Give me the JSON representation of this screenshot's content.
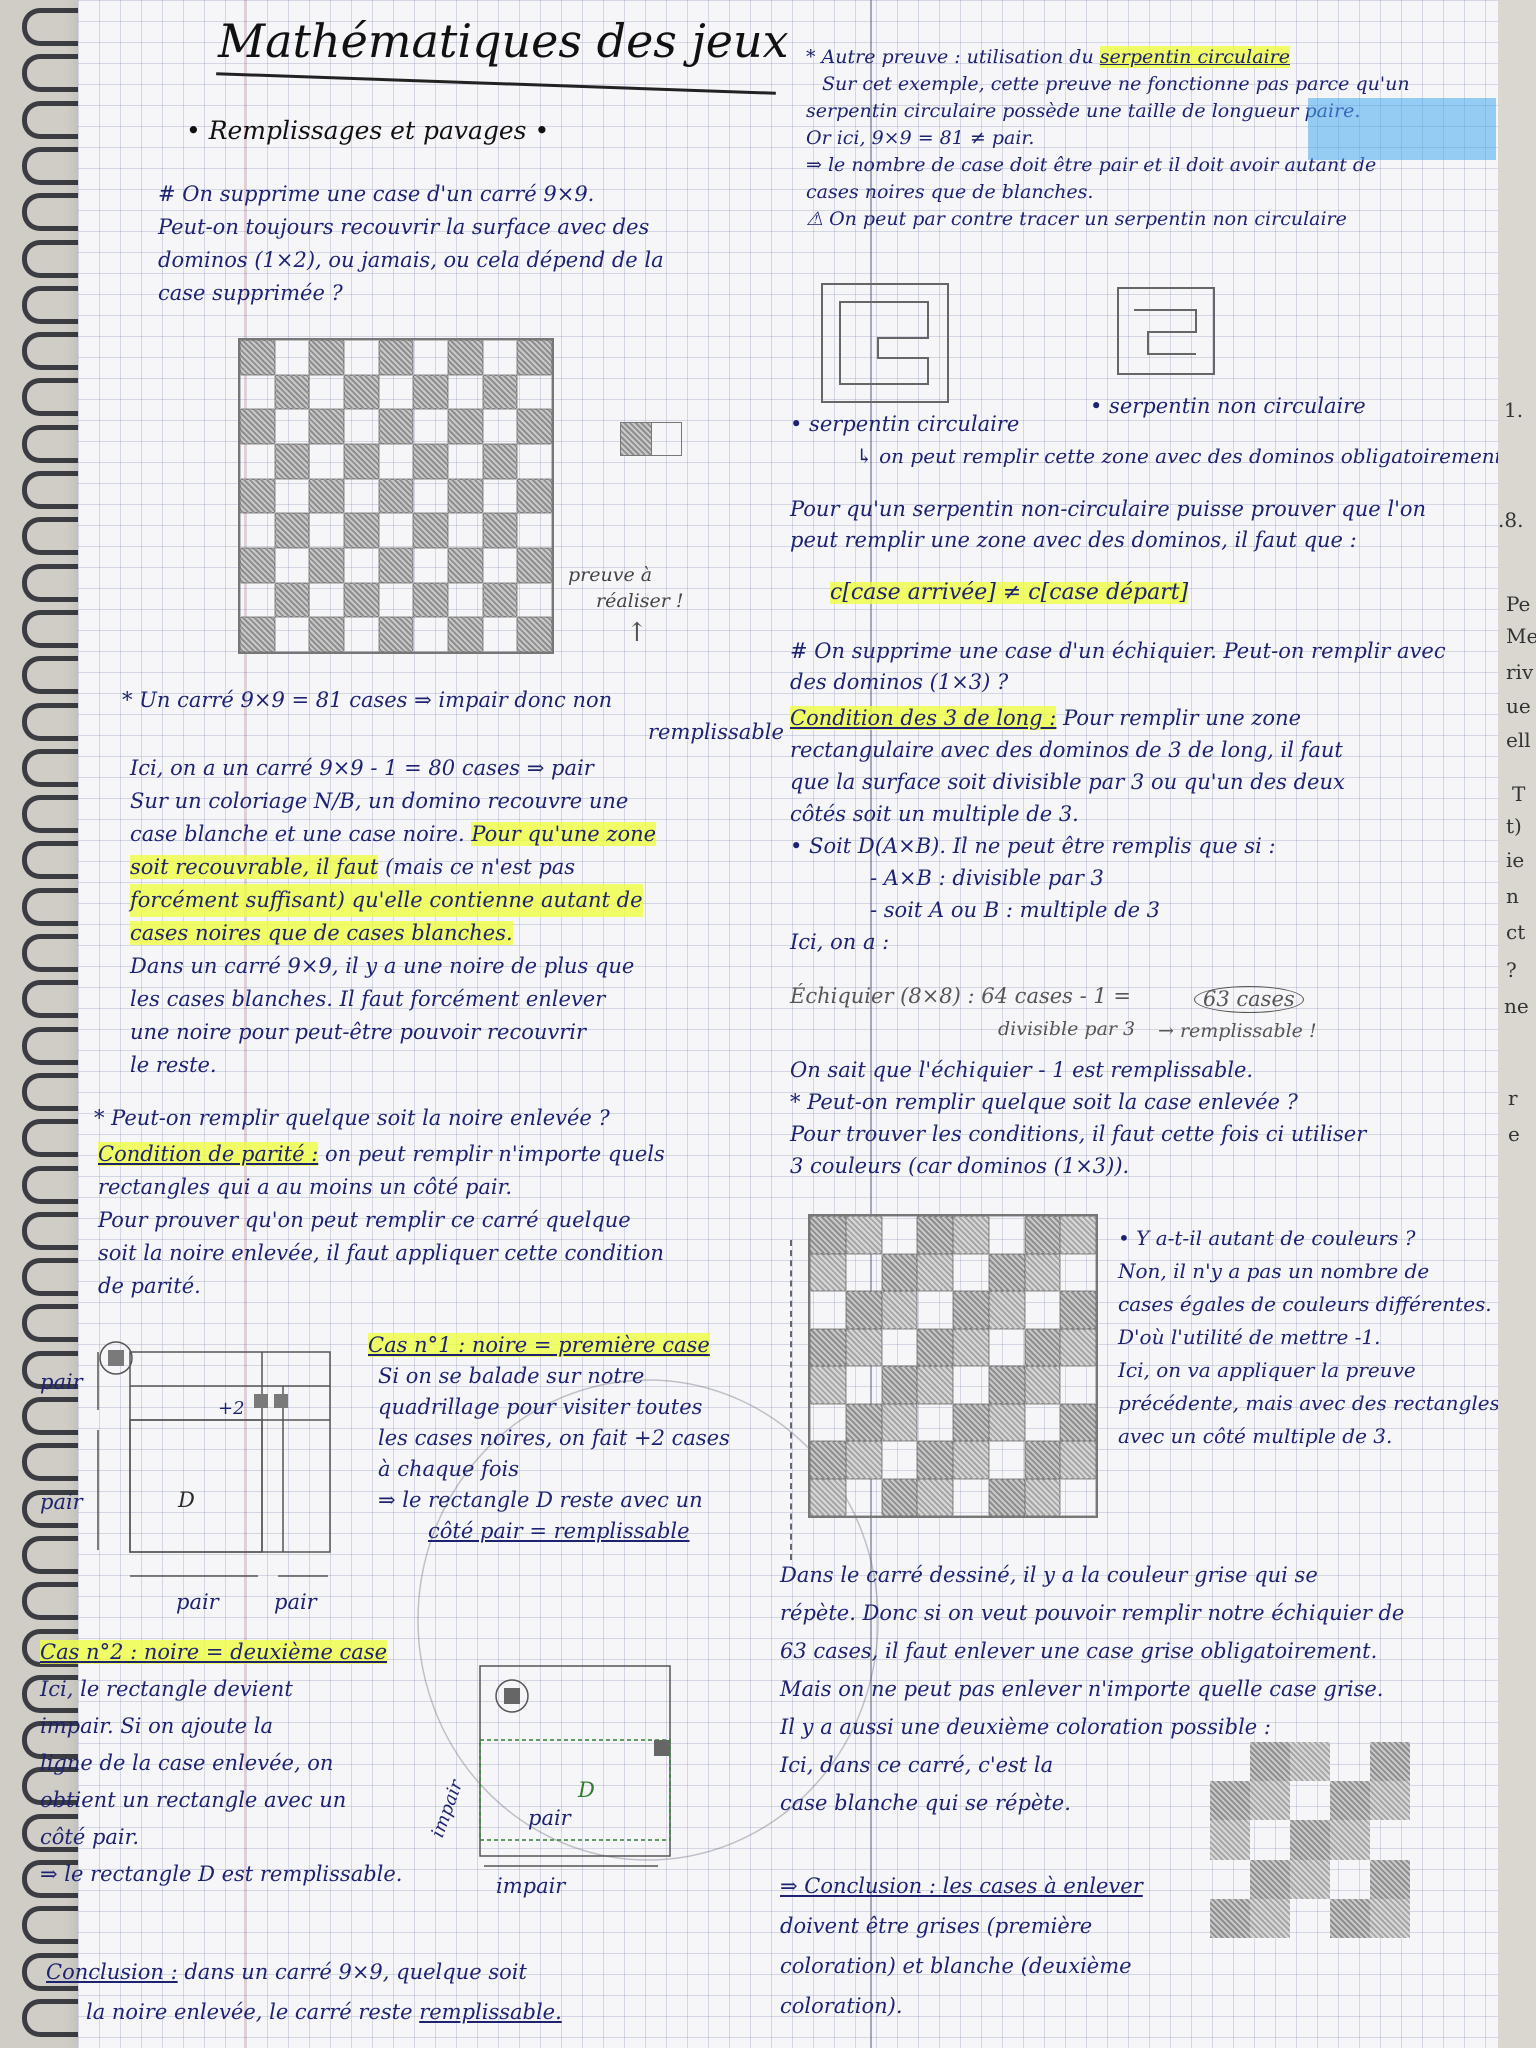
{
  "page": {
    "title": "Mathématiques des jeux",
    "section": "• Remplissages et pavages •",
    "colors": {
      "ink": "#1d2370",
      "highlight_yellow": "#eeff3c",
      "highlight_blue": "#46aaf0",
      "paper": "#f6f6f9"
    }
  },
  "left": {
    "q1_lines": [
      "# On supprime une case d'un carré 9×9.",
      "Peut-on toujours recouvrir la surface avec des",
      "dominos (1×2), ou jamais, ou cela dépend de la",
      "case supprimée ?"
    ],
    "annot_preuve": [
      "preuve à",
      "réaliser !"
    ],
    "fact_line1": "* Un carré 9×9 = 81 cases ⇒ impair donc non",
    "fact_line2": "remplissable",
    "p1": [
      "Ici, on a un carré 9×9 - 1 = 80 cases ⇒ pair",
      "Sur un coloriage N/B, un domino recouvre une",
      "case blanche et une case noire.",
      "Pour qu'une zone",
      "soit recouvrable, il faut",
      "(mais ce n'est pas",
      "forcément suffisant) qu'elle contienne autant de",
      "cases noires que de cases blanches.",
      "Dans un carré 9×9, il y a une noire de plus que",
      "les cases blanches. Il faut forcément enlever",
      "une noire pour peut-être pouvoir recouvrir",
      "le reste."
    ],
    "q2": "* Peut-on remplir quelque soit la noire enlevée ?",
    "parity_label": "Condition de parité :",
    "parity_lines": [
      "on peut remplir n'importe quels",
      "rectangles qui a au moins un côté pair.",
      "Pour prouver qu'on peut remplir ce carré quelque",
      "soit la noire enlevée, il faut appliquer cette condition",
      "de parité."
    ],
    "case1_title": "Cas n°1 : noire = première case",
    "case1_lines": [
      "Si on se balade sur notre",
      "quadrillage pour visiter toutes",
      "les cases noires, on fait +2 cases",
      "à chaque fois",
      "⇒ le rectangle D reste avec un",
      "côté pair = remplissable"
    ],
    "fig1": {
      "pair": "pair",
      "plus2": "+2",
      "D": "D"
    },
    "case2_title": "Cas n°2 : noire = deuxième case",
    "case2_lines": [
      "Ici, le rectangle devient",
      "impair. Si on ajoute la",
      "ligne de la case enlevée, on",
      "obtient un rectangle avec un",
      "côté pair.",
      "⇒ le rectangle D est remplissable."
    ],
    "fig2": {
      "impair": "impair",
      "pair": "pair",
      "D": "D"
    },
    "conclusion_label": "Conclusion :",
    "conclusion_line1": "dans un carré 9×9, quelque soit",
    "conclusion_line2": "la noire enlevée, le carré reste",
    "conclusion_word": "remplissable."
  },
  "right": {
    "r1": [
      "* Autre preuve : utilisation du",
      "serpentin circulaire",
      "Sur cet exemple, cette preuve ne fonctionne pas parce qu'un",
      "serpentin circulaire possède une taille de longueur paire.",
      "Or ici, 9×9 = 81 ≠ pair.",
      "⇒ le nombre de case doit être pair et il doit avoir autant de",
      "cases noires que de blanches.",
      "⚠ On peut par contre tracer un serpentin non circulaire"
    ],
    "serp_label1": "• serpentin non circulaire",
    "serp_label2": "• serpentin circulaire",
    "serp_arrow": "↳ on peut remplir cette zone avec des dominos obligatoirement",
    "r2": [
      "Pour qu'un serpentin non-circulaire puisse prouver que l'on",
      "peut remplir une zone avec des dominos, il faut que :"
    ],
    "formula": "c[case arrivée] ≠ c[case départ]",
    "r3": [
      "# On supprime une case d'un échiquier. Peut-on remplir avec",
      "des dominos (1×3) ?"
    ],
    "cond3_label": "Condition des 3 de long :",
    "cond3_lines": [
      "Pour remplir une zone",
      "rectangulaire avec des dominos de 3 de long, il faut",
      "que la surface soit divisible par 3 ou qu'un des deux",
      "côtés soit un multiple de 3.",
      "• Soit D(A×B). Il ne peut être remplis que si :",
      "- A×B : divisible par 3",
      "- soit A ou B : multiple de 3",
      "Ici, on a :"
    ],
    "echiquier": "Échiquier (8×8) : 64 cases - 1 =",
    "cases63": "63 cases",
    "divisible": "divisible par 3",
    "rempl": "→ remplissable !",
    "r4": [
      "On sait que l'échiquier - 1 est remplissable.",
      "* Peut-on remplir quelque soit la case enlevée ?",
      "Pour trouver les conditions, il faut cette fois ci utiliser",
      "3 couleurs (car dominos (1×3))."
    ],
    "side_lines": [
      "• Y a-t-il autant de couleurs ?",
      "Non, il n'y a pas un nombre de",
      "cases égales de couleurs différentes.",
      "D'où l'utilité de mettre -1.",
      "",
      "Ici, on va appliquer la preuve",
      "précédente, mais avec des rectangles",
      "avec un côté multiple de 3."
    ],
    "r5": [
      "Dans le carré dessiné, il y a la couleur grise qui se",
      "répète. Donc si on veut pouvoir remplir notre échiquier de",
      "63 cases, il faut enlever une case grise obligatoirement.",
      "Mais on ne peut pas enlever n'importe quelle case grise.",
      "Il y a aussi une deuxième coloration possible :",
      "Ici, dans ce carré, c'est la",
      "case blanche qui se répète."
    ],
    "conclusion_lines": [
      "⇒ Conclusion : les cases à enlever",
      "doivent être grises (première",
      "coloration) et blanche (deuxième",
      "coloration)."
    ]
  },
  "peek": [
    "1.",
    ".8.",
    "Pe",
    "Me",
    "riv",
    "ue",
    "ell",
    "T",
    "t)",
    "ie",
    "n",
    "ct",
    "?",
    "ne",
    "r",
    "e"
  ]
}
